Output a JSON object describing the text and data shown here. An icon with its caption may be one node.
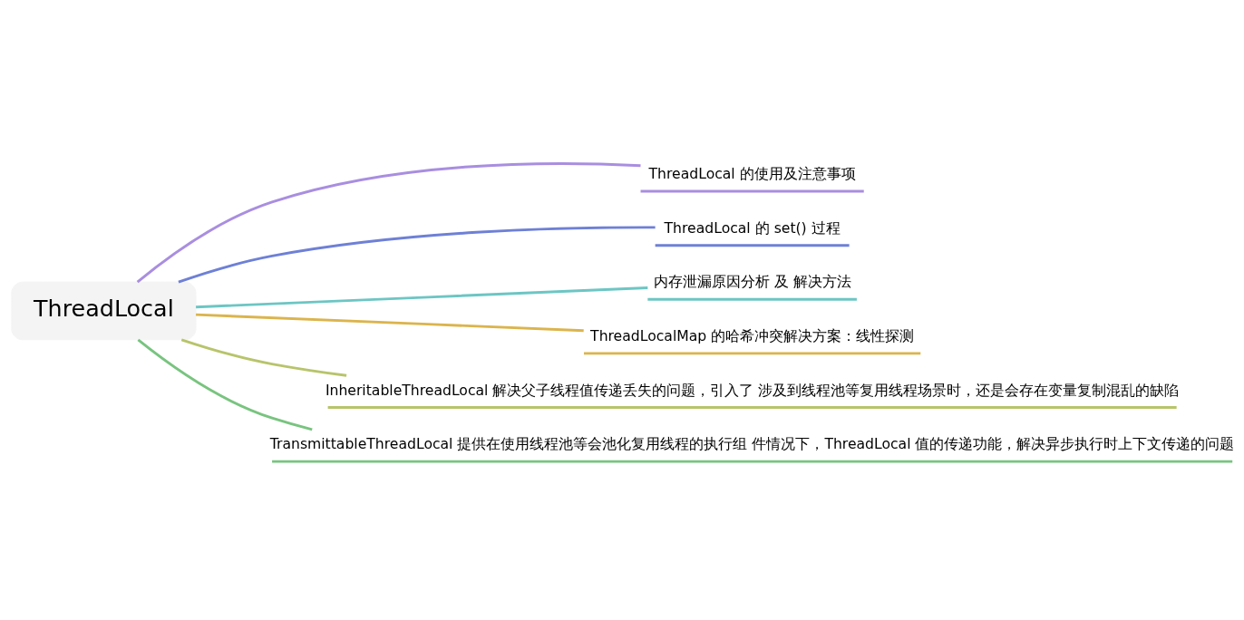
{
  "diagram": {
    "nodes": [
      {
        "text": [
          "ThreadLocal"
        ]
      },
      {
        "text": [
          "ThreadLocal 的使用及注意事项"
        ]
      },
      {
        "text": [
          "ThreadLocal 的 set() 过程"
        ]
      },
      {
        "text": [
          "内存泄漏原因分析 及 解决方法"
        ]
      },
      {
        "text": [
          "ThreadLocalMap 的哈希冲突解决方案：线性探测"
        ]
      },
      {
        "text": [
          "InheritableThreadLocal 解决父子线程值传递丢失的问题，引入了 涉及到线程池等复用线程场景时，还是会存在变量复制混乱的缺陷"
        ]
      },
      {
        "text": [
          "TransmittableThreadLocal 提供在使用线程池等会池化复用线程的执行组 件情况下，ThreadLocal 值的传递功能，解决异步执行时上下文传递的问题"
        ]
      }
    ],
    "edges": [
      {
        "from": 0,
        "to": 1,
        "arrow": "none",
        "color": "#a98ee0"
      },
      {
        "from": 0,
        "to": 2,
        "arrow": "none",
        "color": "#6e80d6"
      },
      {
        "from": 0,
        "to": 3,
        "arrow": "none",
        "color": "#6cc6c4"
      },
      {
        "from": 0,
        "to": 4,
        "arrow": "none",
        "color": "#dbb44c"
      },
      {
        "from": 0,
        "to": 5,
        "arrow": "none",
        "color": "#b8c46a"
      },
      {
        "from": 0,
        "to": 6,
        "arrow": "none",
        "color": "#78c47f"
      }
    ]
  }
}
